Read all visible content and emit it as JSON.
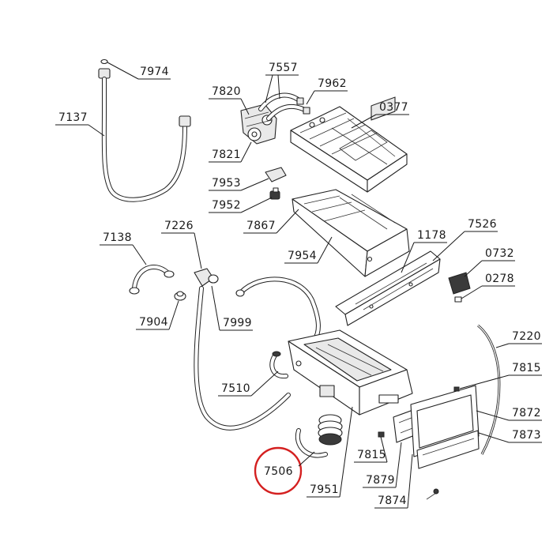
{
  "diagram": {
    "highlight_color": "#d42020",
    "highlighted_part": "7506",
    "parts": [
      "7974",
      "7137",
      "7557",
      "7820",
      "7962",
      "0377",
      "7821",
      "7953",
      "7952",
      "7867",
      "1178",
      "7526",
      "7138",
      "7226",
      "7954",
      "0732",
      "0278",
      "7904",
      "7999",
      "7220",
      "7510",
      "7815",
      "7872",
      "7873",
      "7506",
      "7951",
      "7879",
      "7815",
      "7874"
    ]
  }
}
